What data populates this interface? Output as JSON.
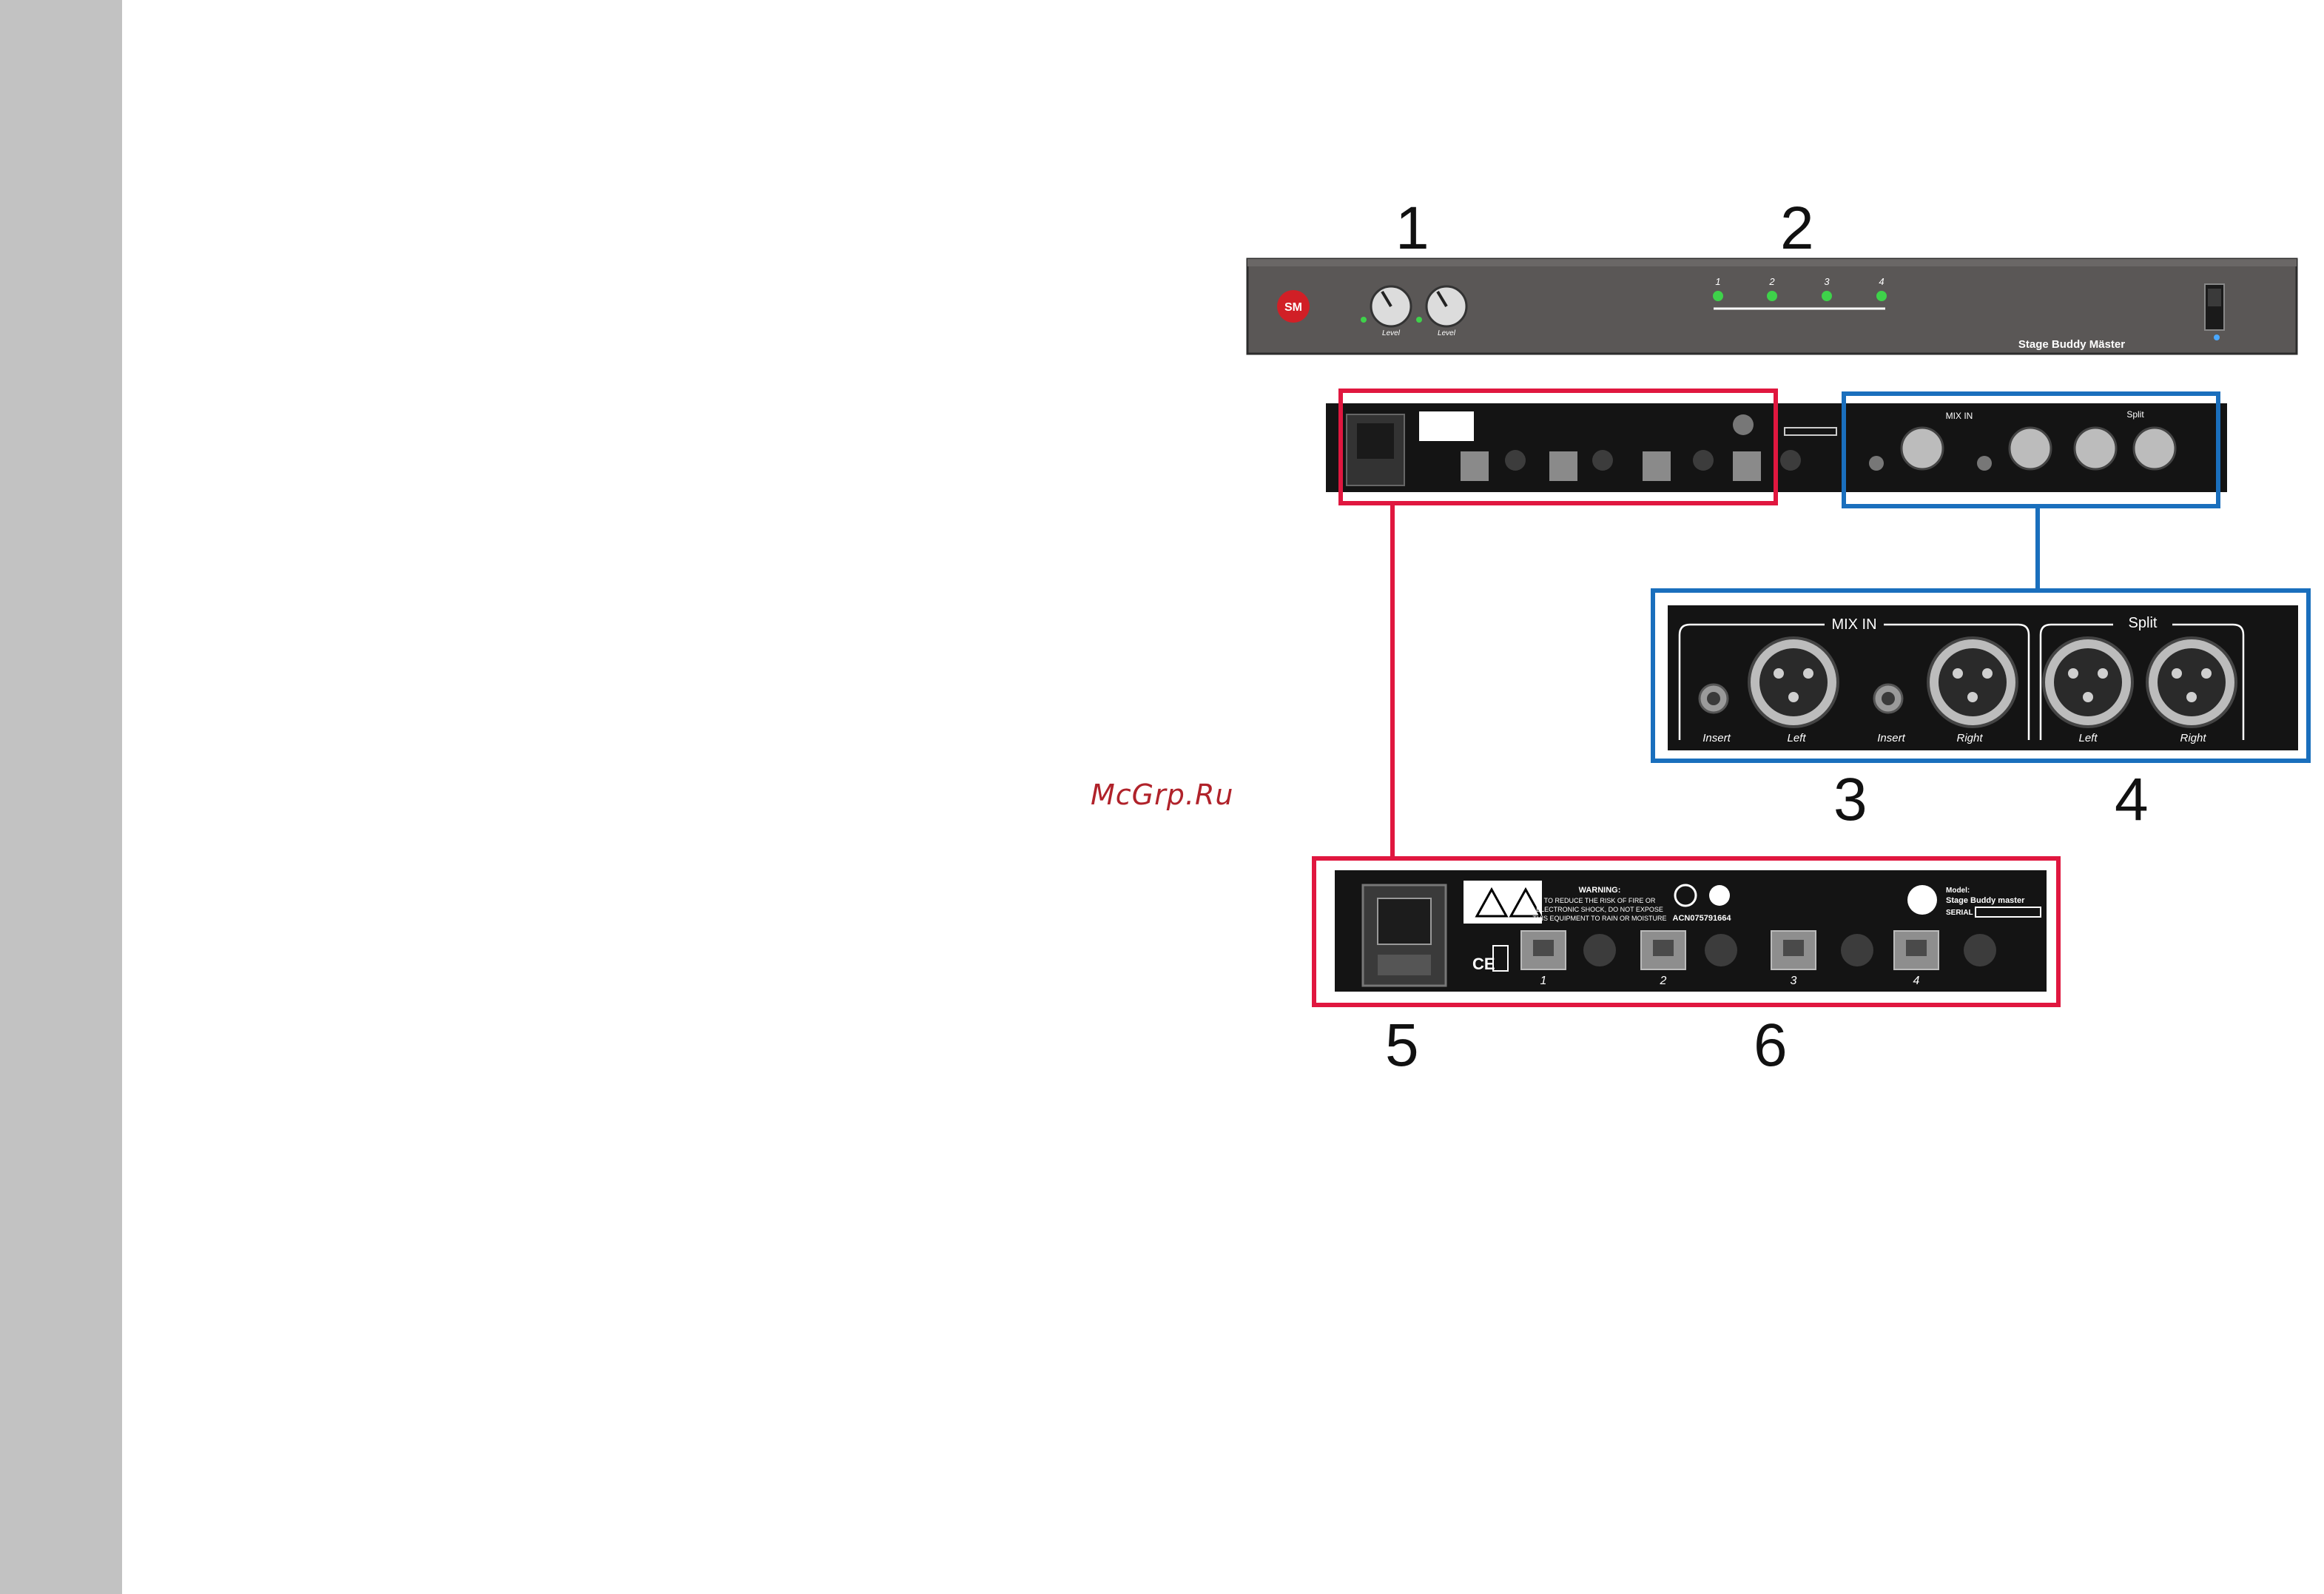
{
  "callouts": {
    "n1": "1",
    "n2": "2",
    "n3": "3",
    "n4": "4",
    "n5": "5",
    "n6": "6"
  },
  "watermark": "McGrp.Ru",
  "front_panel": {
    "brand": "Stage Buddy Mäster",
    "logo_text": "SM",
    "knob_label": "Level",
    "led_labels": [
      "1",
      "2",
      "3",
      "4"
    ]
  },
  "rear_panel": {
    "mix_in_label": "MIX IN",
    "split_label": "Split",
    "insert_label": "Insert",
    "left_label": "Left",
    "right_label": "Right",
    "port_labels": [
      "1",
      "2",
      "3",
      "4"
    ],
    "warning_title": "WARNING:",
    "warning_lines": [
      "TO REDUCE THE RISK OF FIRE OR",
      "ELECTRONIC SHOCK, DO NOT EXPOSE",
      "THIS EQUIPMENT TO RAIN OR MOISTURE"
    ],
    "acn": "ACN075791664",
    "model_label": "Model:",
    "model_name": "Stage Buddy master",
    "serial_label": "SERIAL",
    "ce_mark": "CE"
  },
  "colors": {
    "highlight_red": "#e0173f",
    "highlight_blue": "#1a6fbd",
    "panel_dark": "#141414",
    "front_panel": "#5a5756",
    "led_green": "#3ed24a"
  }
}
